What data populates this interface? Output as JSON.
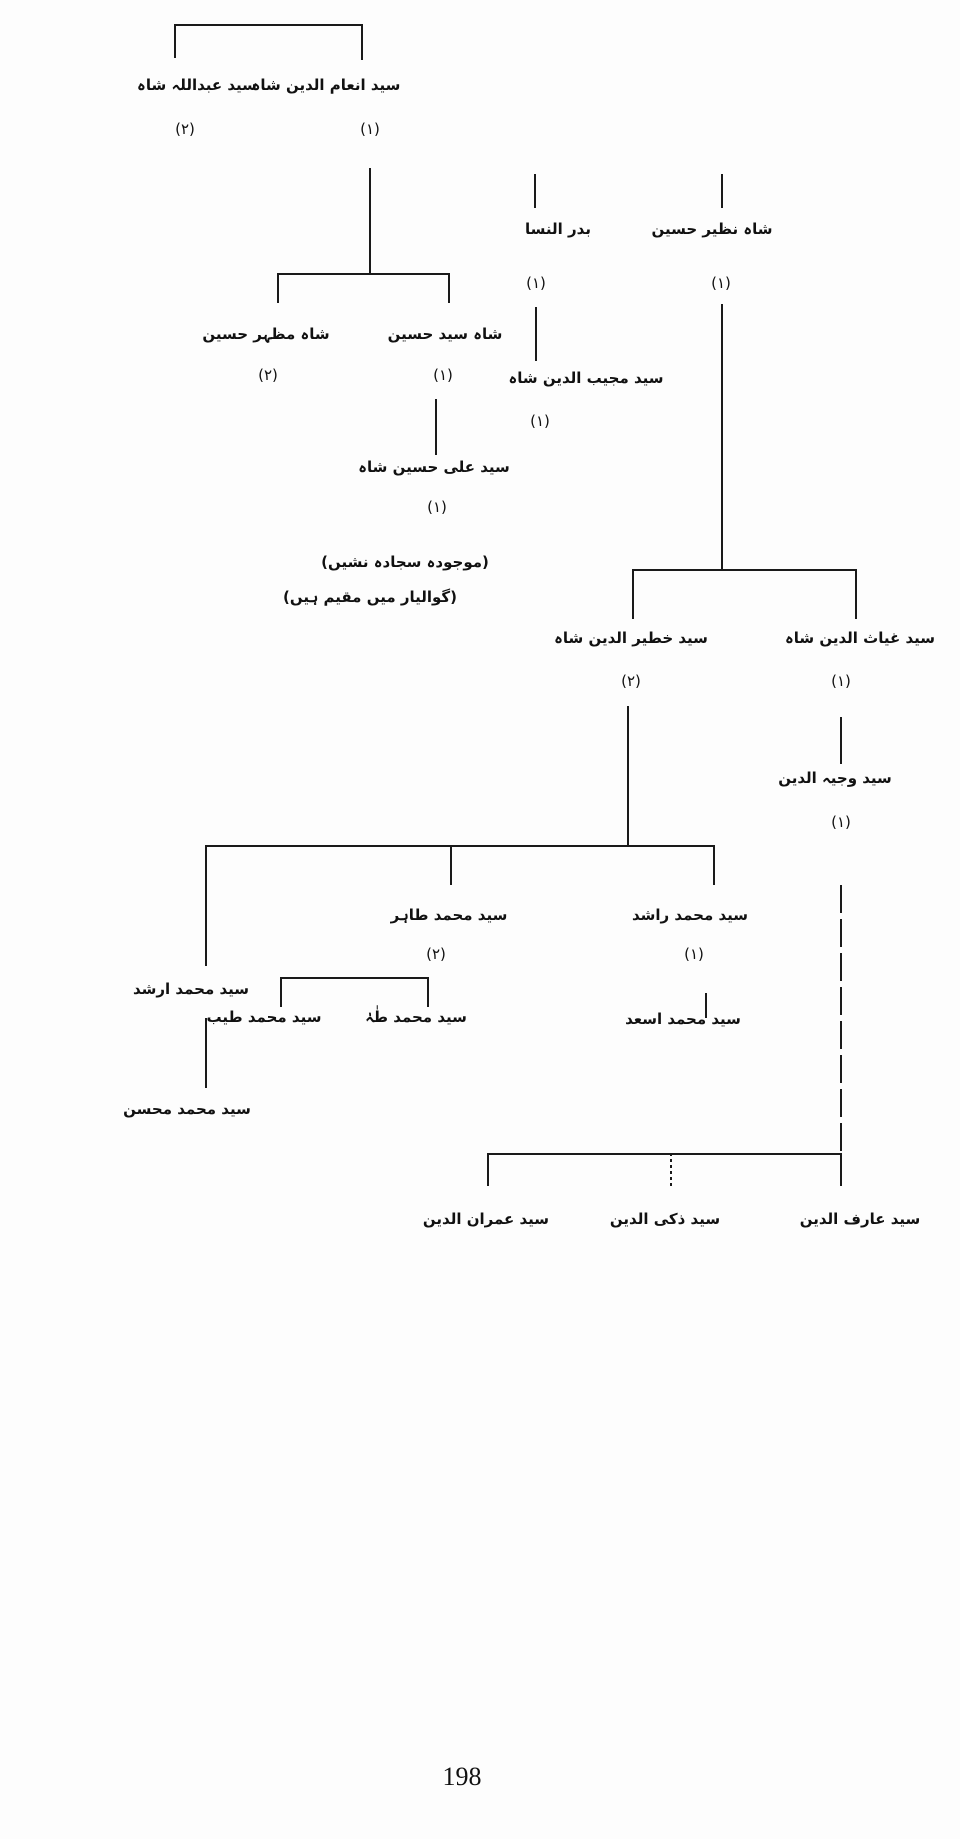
{
  "tree": {
    "abdullah": {
      "name": "سید عبداللہ شاہ",
      "count": "(۲)"
    },
    "inam": {
      "name": "سید انعام الدین شاہ",
      "count": "(۱)"
    },
    "badr": {
      "name": "بدر النسا",
      "count": "(۱)"
    },
    "nazir": {
      "name": "شاہ نظیر حسین",
      "count": "(۱)"
    },
    "mazhar": {
      "name": "شاہ مظہر حسین",
      "count": "(۲)"
    },
    "syed_husain": {
      "name": "شاہ سید حسین",
      "count": "(۱)"
    },
    "mujeeb": {
      "name": "سید مجیب الدین شاہ",
      "count": "(۱)"
    },
    "ali_husain": {
      "name": "سید علی حسین شاہ",
      "count": "(۱)",
      "note1": "(موجودہ سجادہ نشیں)",
      "note2": "(گوالیار میں مقیم ہیں)"
    },
    "khatir": {
      "name": "سید خطیر الدین شاہ",
      "count": "(۲)"
    },
    "ghiyas": {
      "name": "سید غیاث الدین شاہ",
      "count": "(۱)"
    },
    "wajih": {
      "name": "سید وجیہ الدین",
      "count": "(۱)"
    },
    "tahir": {
      "name": "سید محمد طاہر",
      "count": "(۲)"
    },
    "rashid": {
      "name": "سید محمد راشد",
      "count": "(۱)"
    },
    "arshad": {
      "name": "سید محمد ارشد"
    },
    "tayyab": {
      "name": "سید محمد طیب"
    },
    "taha": {
      "name": "سید محمد طٰہٰ"
    },
    "asad": {
      "name": "سید محمد اسعد"
    },
    "mohsin": {
      "name": "سید محمد محسن"
    },
    "imran": {
      "name": "سید عمران الدین"
    },
    "zaki": {
      "name": "سید ذکی الدین"
    },
    "arif": {
      "name": "سید عارف الدین"
    }
  },
  "page_number": "198"
}
